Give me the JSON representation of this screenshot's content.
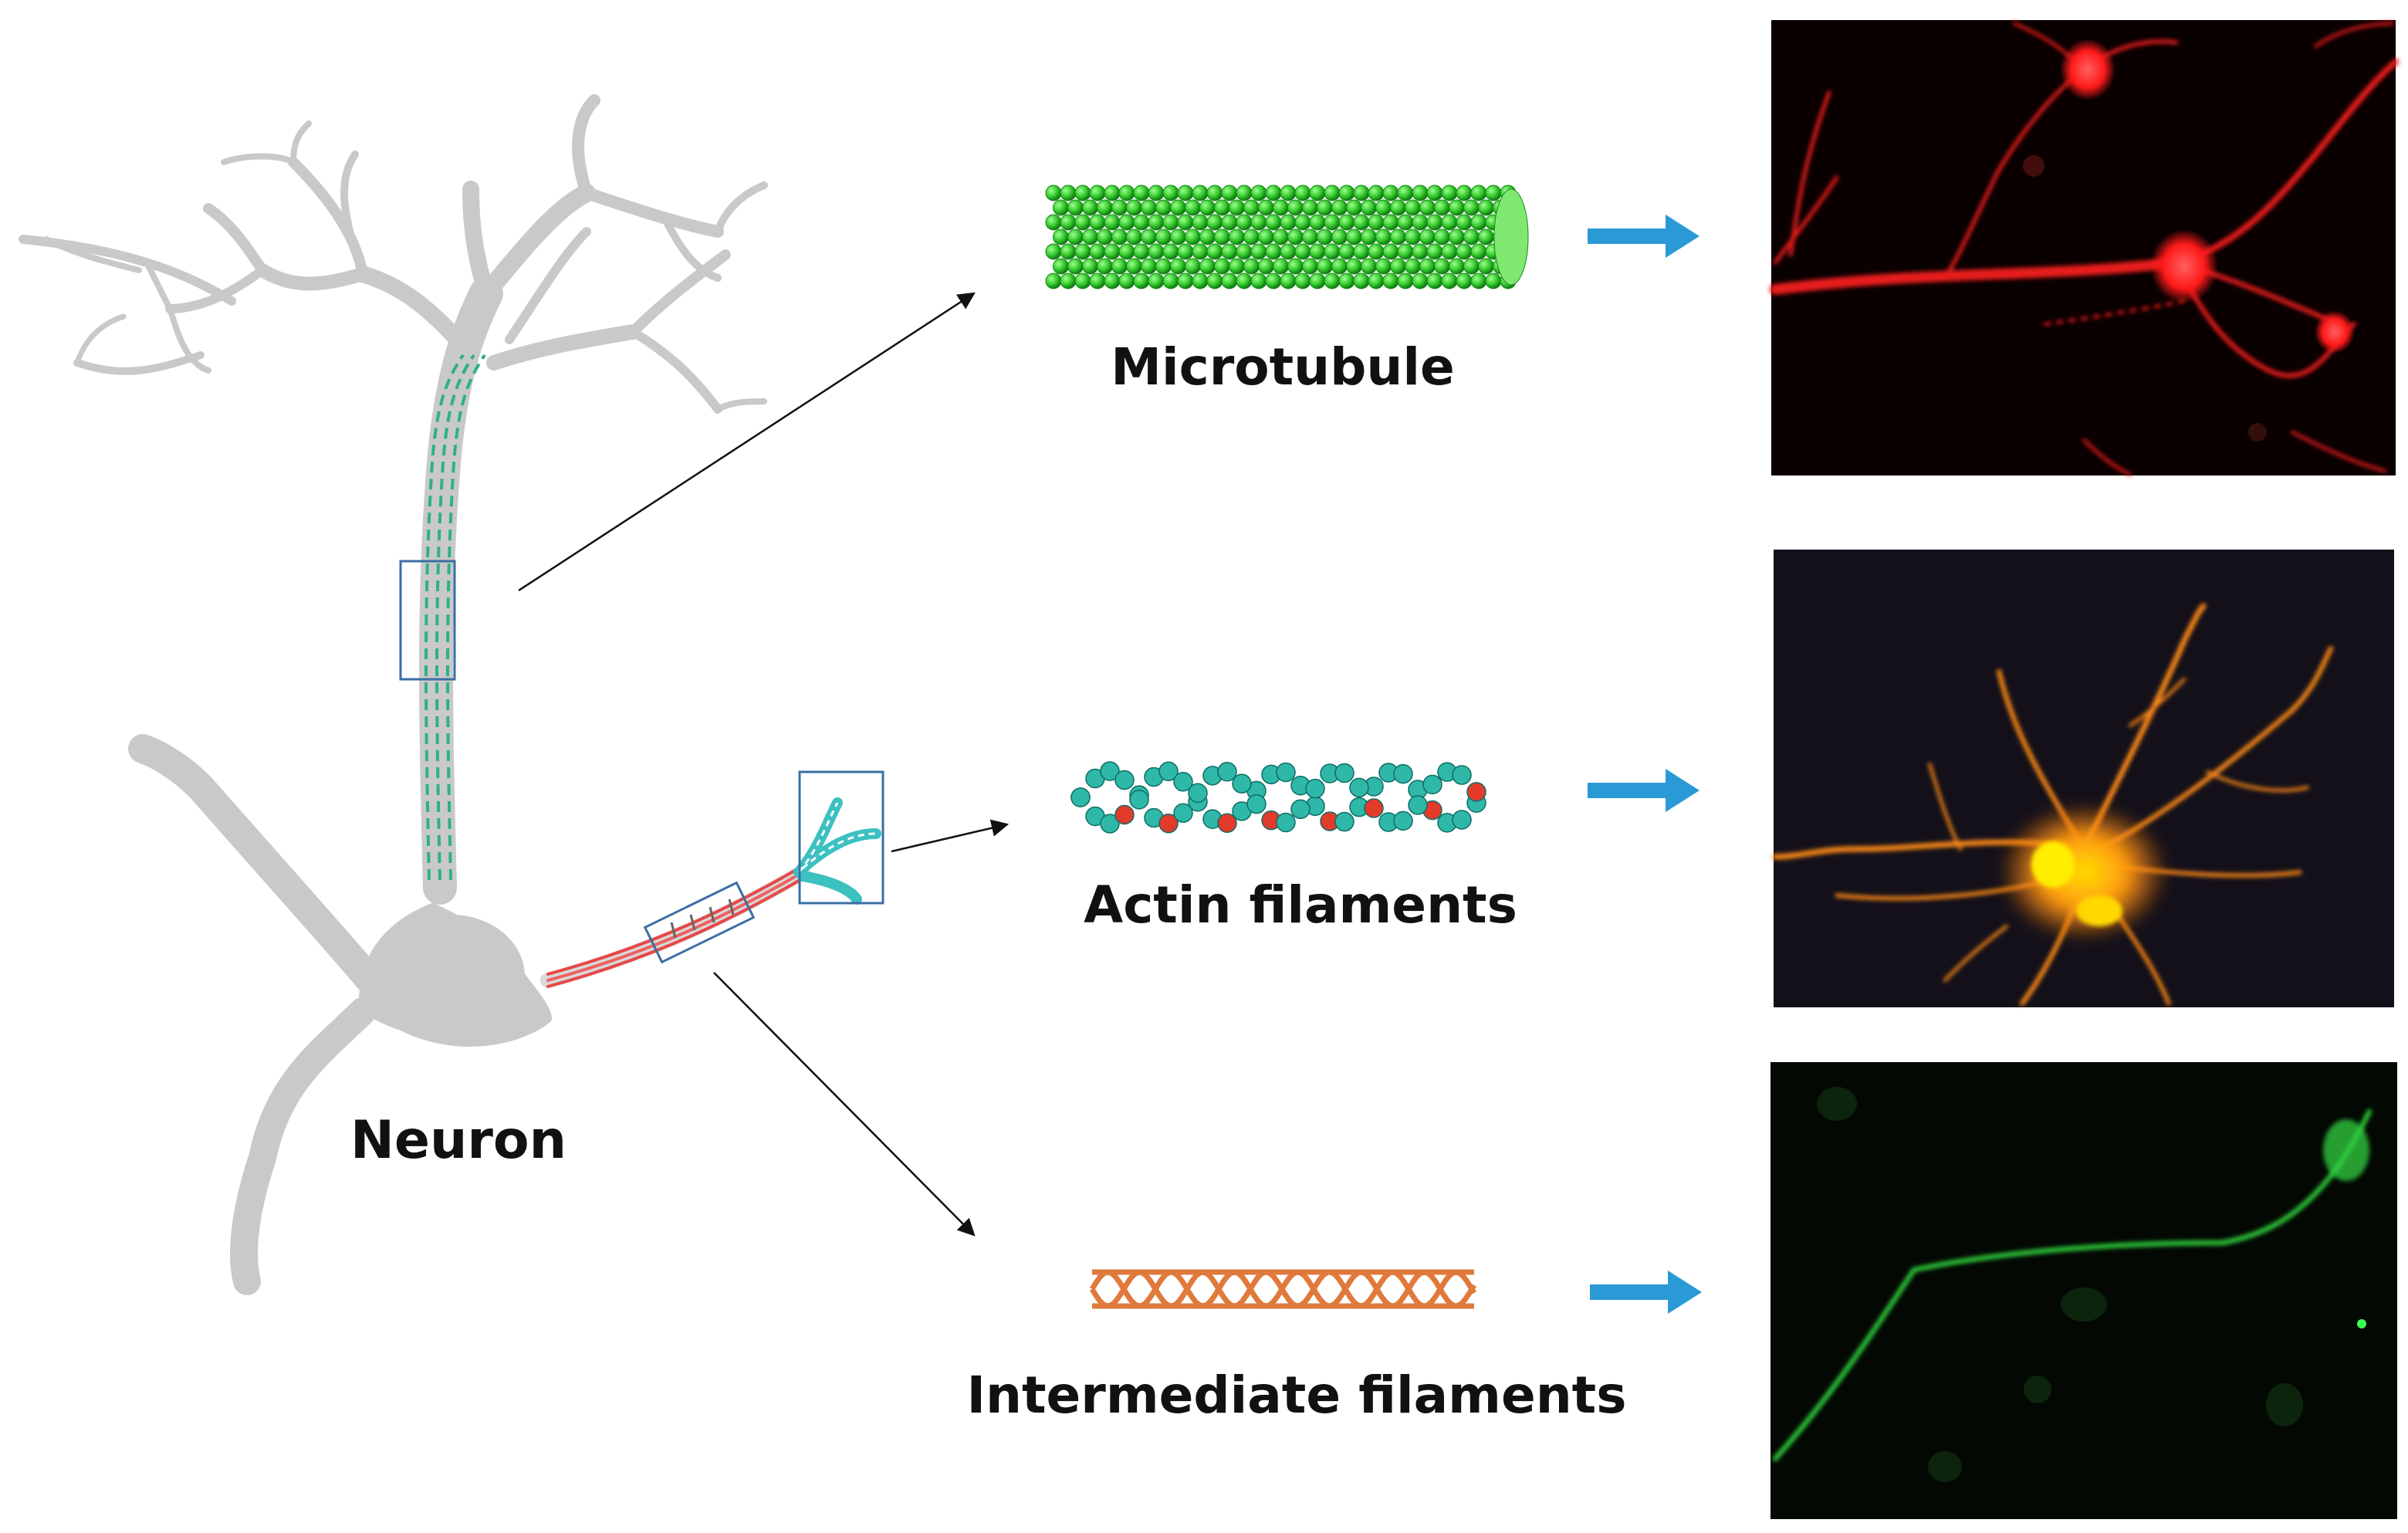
{
  "labels": {
    "neuron": "Neuron",
    "microtubule": "Microtubule",
    "actin": "Actin filaments",
    "intermediate": "Intermediate filaments"
  },
  "colors": {
    "neuron_body": "#c9c9c9",
    "microtubule_green": "#33cc33",
    "actin_teal": "#2fb8a8",
    "actin_red": "#e23b2a",
    "intermediate_orange": "#e07a3c",
    "zoom_box": "#3a6fa5",
    "arrow_blue": "#2a9ad6",
    "micro_red": "#ff2020",
    "micro_orange": "#ff9a20",
    "micro_green": "#30d040"
  },
  "icons": [
    "neuron-illustration",
    "microtubule-icon",
    "actin-filament-icon",
    "intermediate-filament-icon",
    "right-arrow-icon"
  ]
}
